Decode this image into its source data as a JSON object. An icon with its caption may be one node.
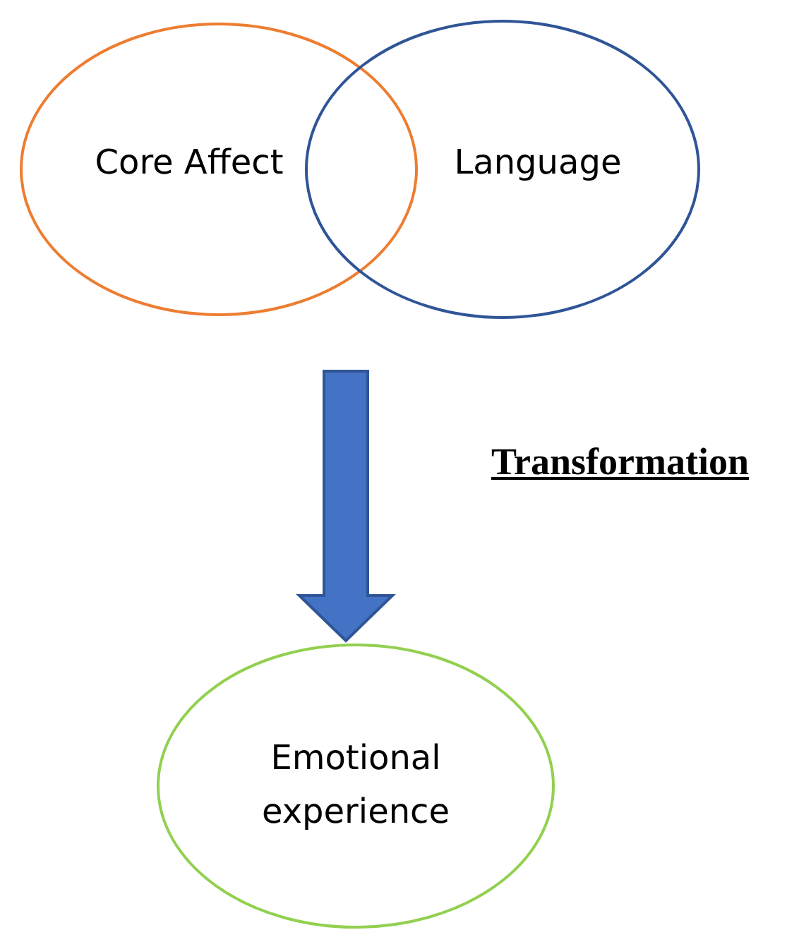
{
  "diagram": {
    "nodes": [
      {
        "text": [
          "Core Affect"
        ]
      },
      {
        "text": [
          "Language"
        ]
      },
      {
        "text": [
          "Emotional experience"
        ]
      }
    ],
    "edges": [
      {
        "from": null,
        "to": 2,
        "arrow": "to"
      }
    ],
    "labels": [
      "Transformation"
    ]
  }
}
